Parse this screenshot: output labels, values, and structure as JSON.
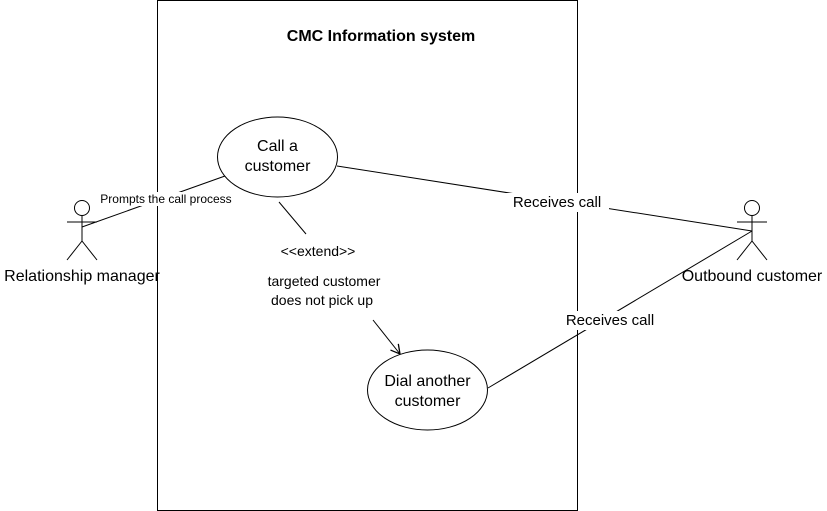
{
  "system": {
    "title": "CMC Information system"
  },
  "use_cases": {
    "call_customer": {
      "line1": "Call a",
      "line2": "customer"
    },
    "dial_another": {
      "line1": "Dial another",
      "line2": "customer"
    }
  },
  "actors": {
    "relationship_manager": {
      "name": "Relationship manager"
    },
    "outbound_customer": {
      "name": "Outbound customer"
    }
  },
  "associations": {
    "prompts": {
      "label": "Prompts the call process"
    },
    "receives_call_top": {
      "label": "Receives call"
    },
    "receives_call_bottom": {
      "label": "Receives call"
    }
  },
  "extend": {
    "stereotype": "<<extend>>",
    "condition_line1": "targeted customer",
    "condition_line2": "does not pick up"
  }
}
